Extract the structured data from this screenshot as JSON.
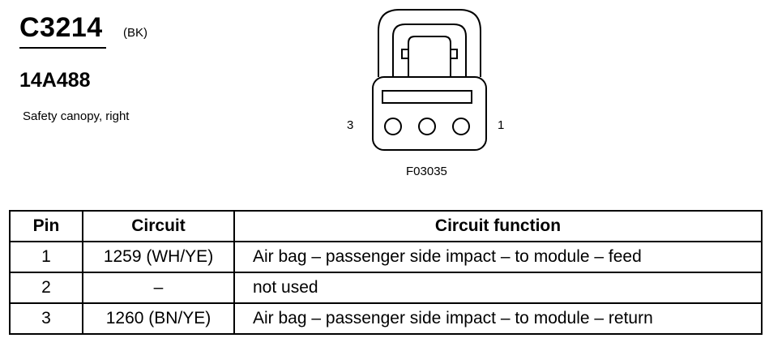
{
  "connector": {
    "id": "C3214",
    "color": "(BK)",
    "part_number": "14A488",
    "description": "Safety canopy, right"
  },
  "diagram": {
    "pin_label_left": "3",
    "pin_label_right": "1",
    "figure_code": "F03035"
  },
  "table": {
    "headers": {
      "pin": "Pin",
      "circuit": "Circuit",
      "function": "Circuit function"
    },
    "rows": [
      {
        "pin": "1",
        "circuit": "1259 (WH/YE)",
        "function": "Air bag – passenger side impact – to module – feed"
      },
      {
        "pin": "2",
        "circuit": "–",
        "function": "not used"
      },
      {
        "pin": "3",
        "circuit": "1260 (BN/YE)",
        "function": "Air bag – passenger side impact – to module – return"
      }
    ]
  }
}
